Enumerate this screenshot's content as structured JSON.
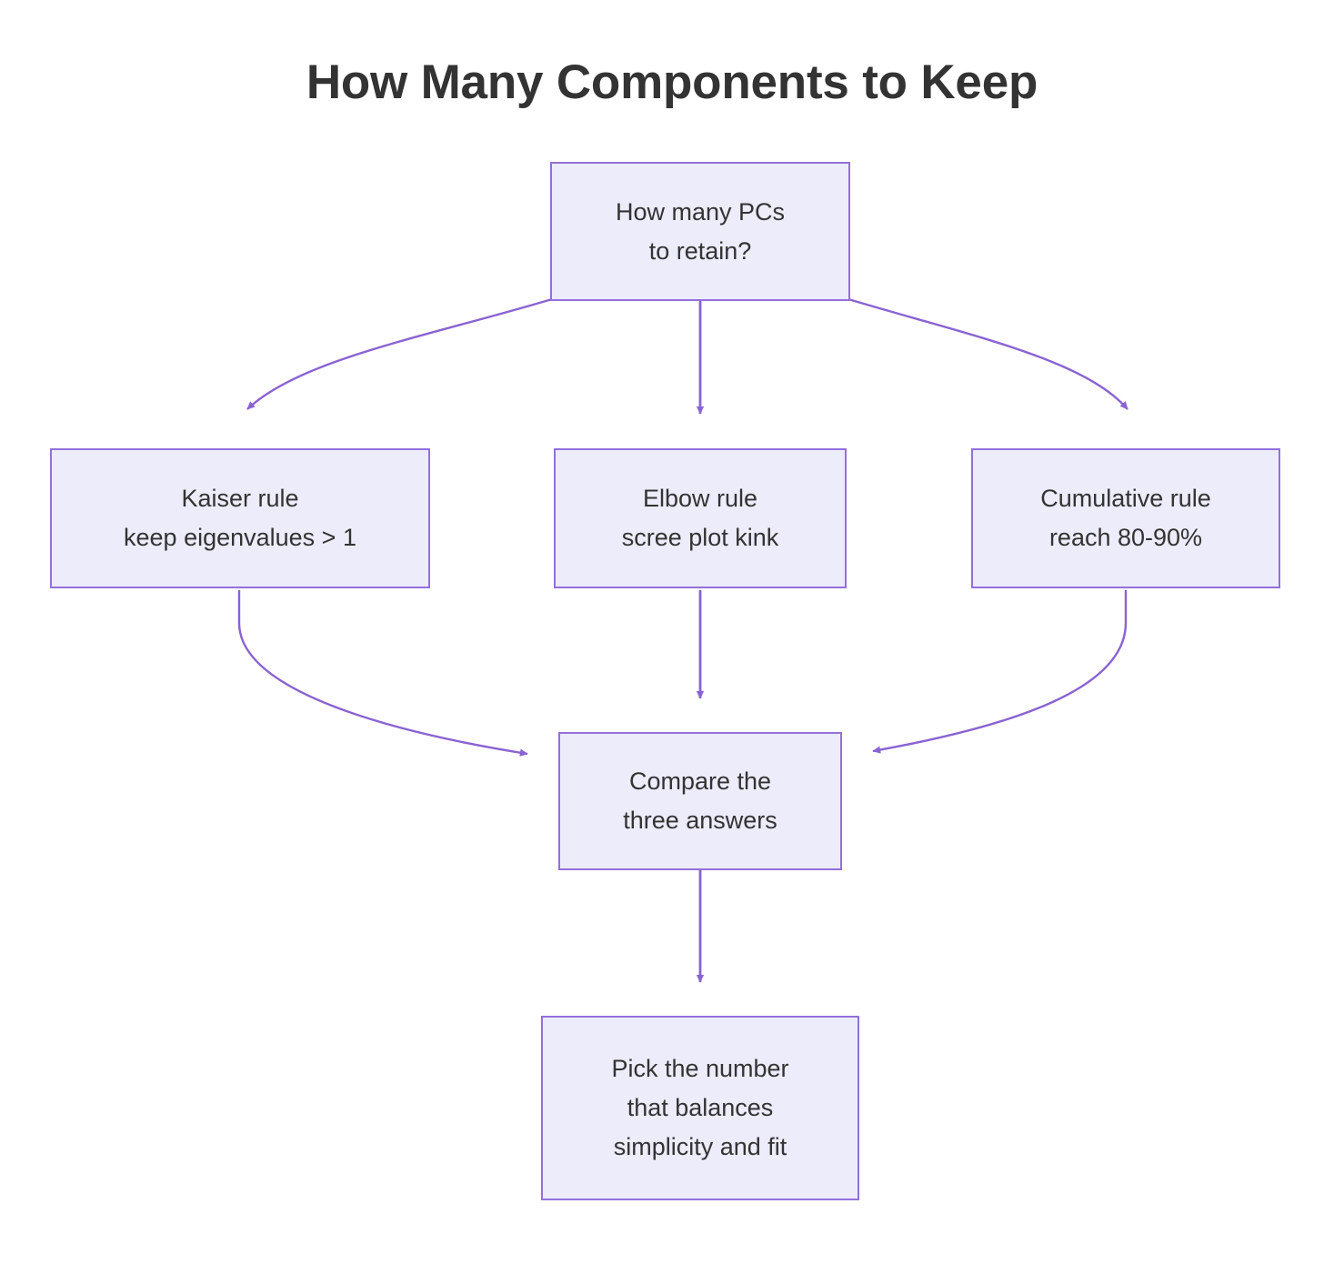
{
  "diagram": {
    "title": "How Many Components to Keep",
    "type": "flowchart",
    "direction": "top-down",
    "colors": {
      "node_fill": "#ececfb",
      "node_border": "#9370db",
      "edge_stroke": "#8a63d2",
      "text": "#333333",
      "background": "#ffffff"
    },
    "nodes": [
      {
        "id": "root",
        "lines": [
          "How many PCs",
          "to retain?"
        ],
        "line1": "How many PCs",
        "line2": "to retain?",
        "line3": ""
      },
      {
        "id": "kaiser",
        "lines": [
          "Kaiser rule",
          "keep eigenvalues > 1"
        ],
        "line1": "Kaiser rule",
        "line2": "keep eigenvalues > 1",
        "line3": ""
      },
      {
        "id": "elbow",
        "lines": [
          "Elbow rule",
          "scree plot kink"
        ],
        "line1": "Elbow rule",
        "line2": "scree plot kink",
        "line3": ""
      },
      {
        "id": "cumulative",
        "lines": [
          "Cumulative rule",
          "reach 80-90%"
        ],
        "line1": "Cumulative rule",
        "line2": "reach 80-90%",
        "line3": ""
      },
      {
        "id": "compare",
        "lines": [
          "Compare the",
          "three answers"
        ],
        "line1": "Compare the",
        "line2": "three answers",
        "line3": ""
      },
      {
        "id": "pick",
        "lines": [
          "Pick the number",
          "that balances",
          "simplicity and fit"
        ],
        "line1": "Pick the number",
        "line2": "that balances",
        "line3": "simplicity and fit"
      }
    ],
    "edges": [
      {
        "id": "root-kaiser",
        "from": "root",
        "to": "kaiser",
        "label": ""
      },
      {
        "id": "root-elbow",
        "from": "root",
        "to": "elbow",
        "label": ""
      },
      {
        "id": "root-cumulative",
        "from": "root",
        "to": "cumulative",
        "label": ""
      },
      {
        "id": "kaiser-compare",
        "from": "kaiser",
        "to": "compare",
        "label": ""
      },
      {
        "id": "elbow-compare",
        "from": "elbow",
        "to": "compare",
        "label": ""
      },
      {
        "id": "cumulative-compare",
        "from": "cumulative",
        "to": "compare",
        "label": ""
      },
      {
        "id": "compare-pick",
        "from": "compare",
        "to": "pick",
        "label": ""
      }
    ]
  }
}
